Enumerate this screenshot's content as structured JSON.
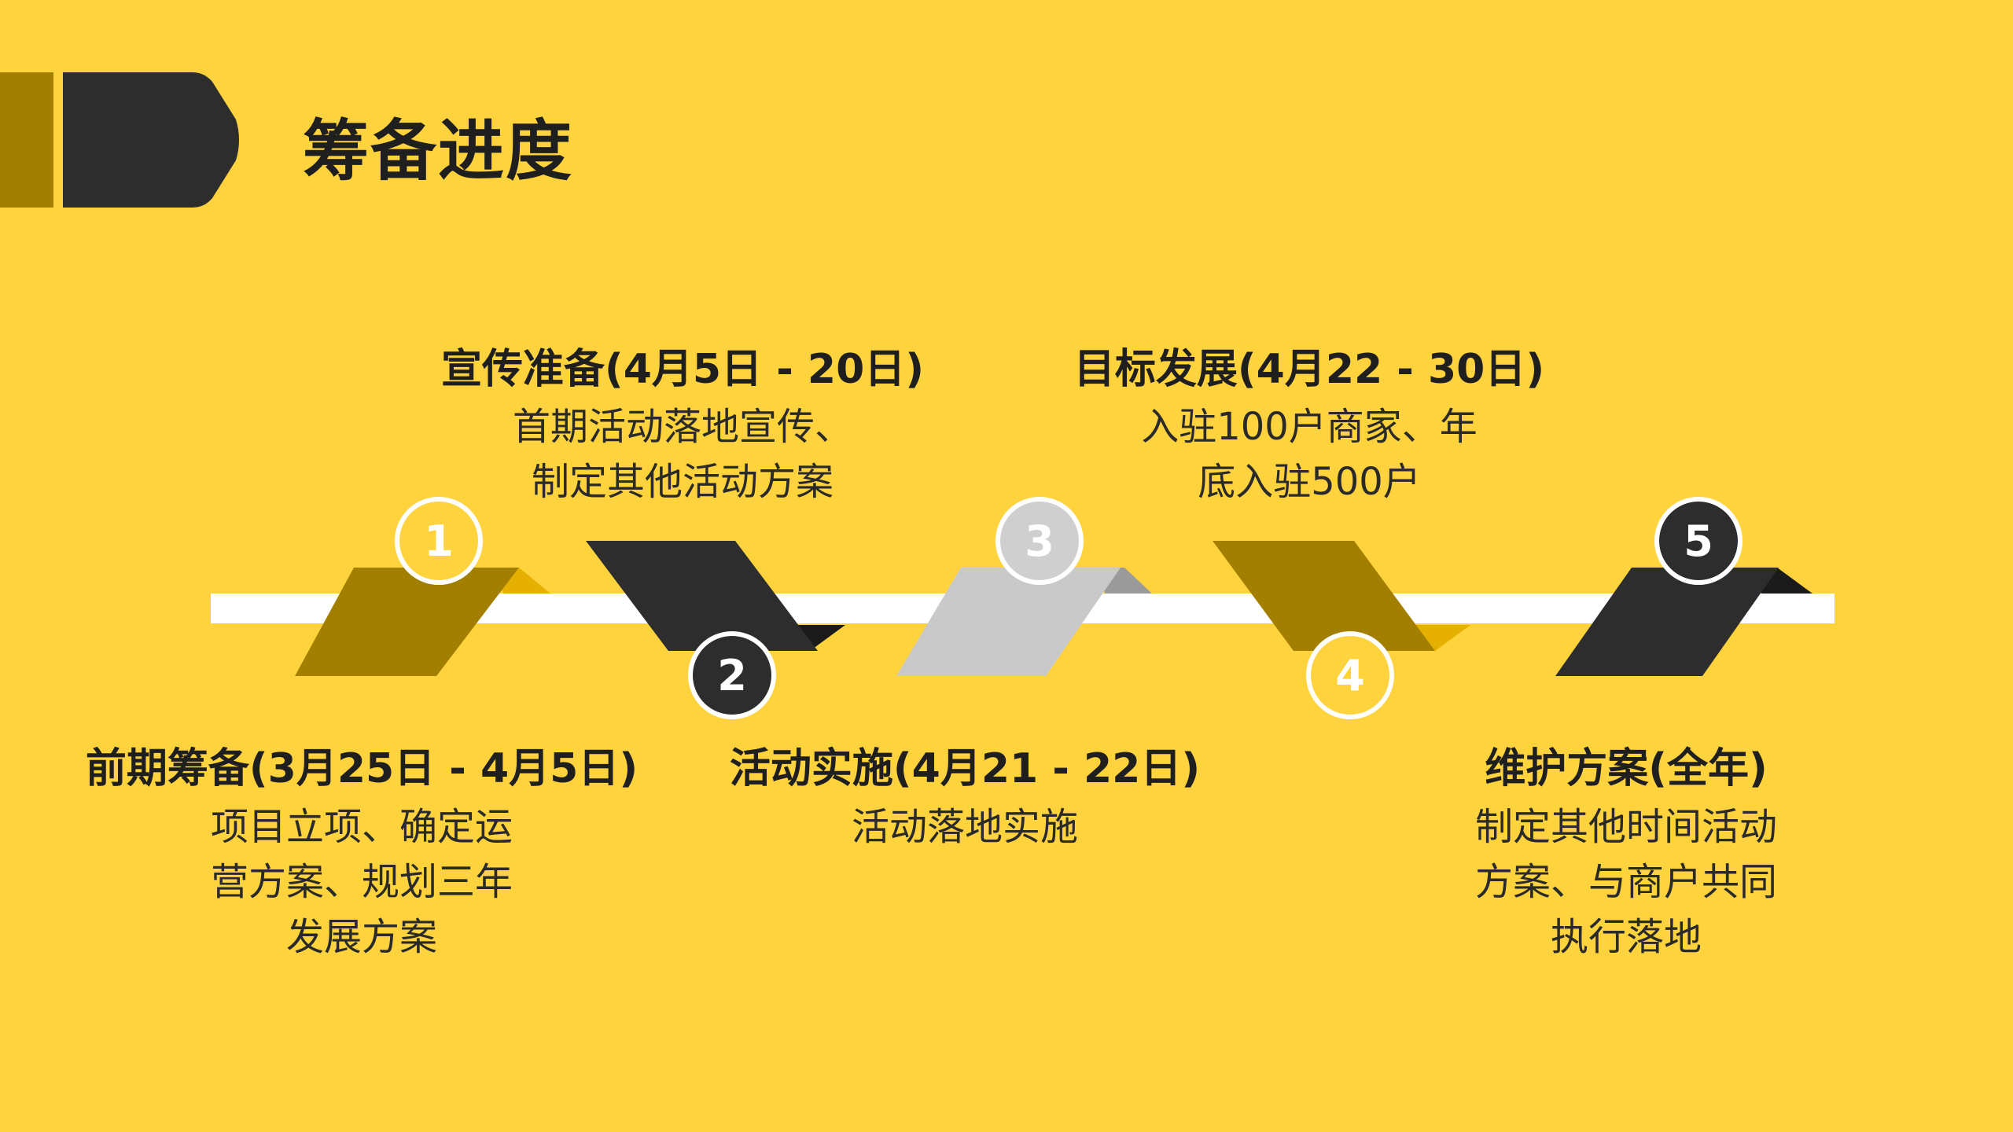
{
  "title": "筹备进度",
  "colors": {
    "background": "#FFD33D",
    "gold": "#A37F00",
    "dark": "#2D2D2D",
    "grey": "#C9C9C9",
    "line": "#FFFFFF"
  },
  "stages": [
    {
      "number": "1",
      "title": "前期筹备(3月25日 - 4月5日)",
      "desc": [
        "项目立项、确定运",
        "营方案、规划三年",
        "发展方案"
      ]
    },
    {
      "number": "2",
      "title": "宣传准备(4月5日 - 20日)",
      "desc": [
        "首期活动落地宣传、",
        "制定其他活动方案"
      ]
    },
    {
      "number": "3",
      "title": "活动实施(4月21 - 22日)",
      "desc": [
        "活动落地实施"
      ]
    },
    {
      "number": "4",
      "title": "目标发展(4月22 - 30日)",
      "desc": [
        "入驻100户商家、年",
        "底入驻500户"
      ]
    },
    {
      "number": "5",
      "title": "维护方案(全年)",
      "desc": [
        "制定其他时间活动",
        "方案、与商户共同",
        "执行落地"
      ]
    }
  ]
}
